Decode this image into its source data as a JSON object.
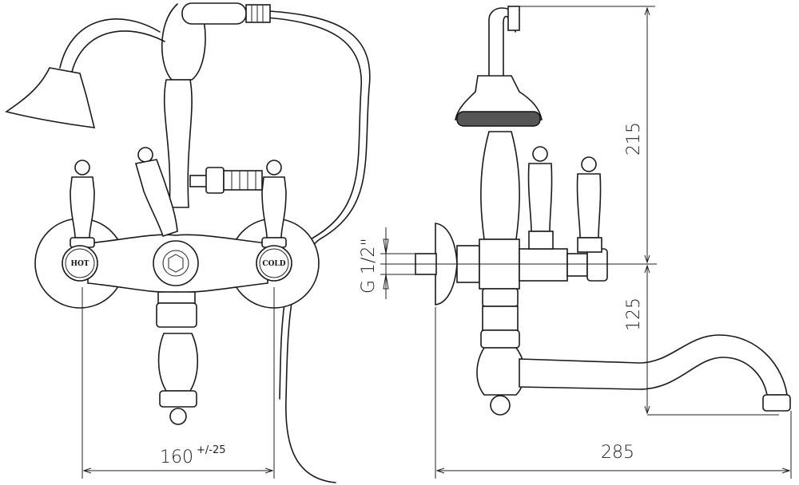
{
  "drawing": {
    "front_view": {
      "labels": {
        "hot": "HOT",
        "cold": "COLD"
      },
      "dimension_width": {
        "value": "160",
        "tolerance": "+/-25"
      }
    },
    "side_view": {
      "dimension_height_upper": "215",
      "dimension_height_lower": "125",
      "dimension_depth": "285",
      "thread_label": "G 1/2\""
    }
  }
}
